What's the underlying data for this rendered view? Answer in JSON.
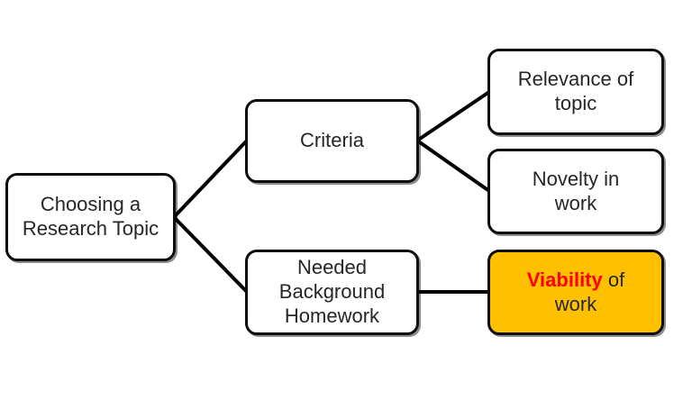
{
  "page": {
    "background_color": "#ffffff",
    "box_fill_color": "#ffffff",
    "box_border_color": "#0d0d0d",
    "text_color": "#262626",
    "connector_color": "#000000"
  },
  "diagram": {
    "type": "hierarchy-flowchart",
    "root": {
      "id": "choosing",
      "label": "Choosing a\nResearch Topic"
    },
    "level1": [
      {
        "id": "criteria",
        "label": "Criteria",
        "parent": "choosing"
      },
      {
        "id": "needed",
        "label": "Needed\nBackground\nHomework",
        "parent": "choosing"
      }
    ],
    "level2": [
      {
        "id": "relevance",
        "label": "Relevance of\ntopic",
        "parent": "criteria"
      },
      {
        "id": "novelty",
        "label": "Novelty in\nwork",
        "parent": "criteria"
      },
      {
        "id": "viability",
        "label_highlight": "Viability",
        "label_rest": " of\nwork",
        "parent": "needed",
        "fill_color": "#FFC000",
        "highlight_color": "#FF0000"
      }
    ]
  }
}
